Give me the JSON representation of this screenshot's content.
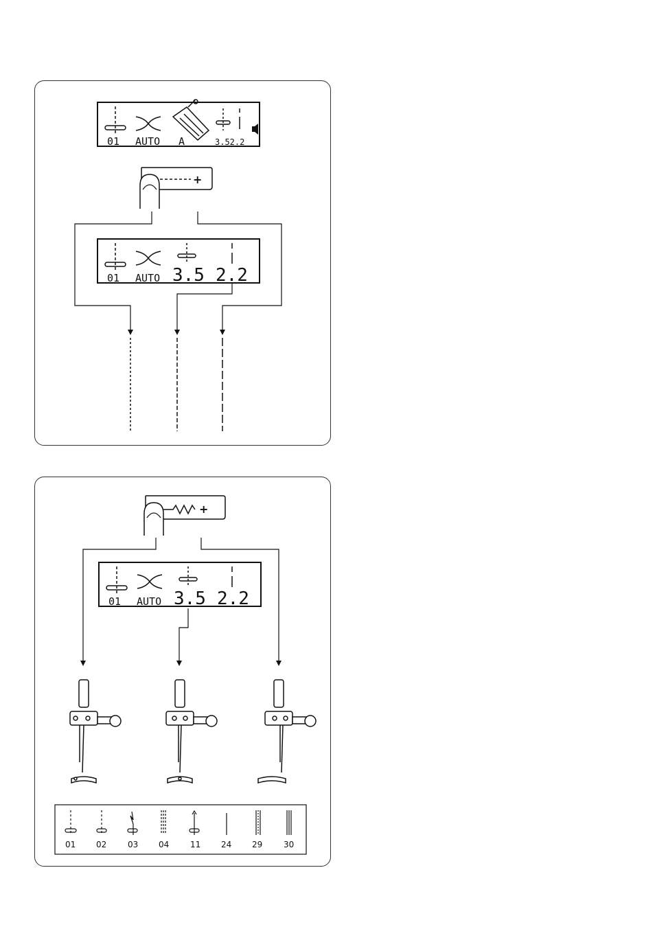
{
  "top_panel": {
    "lcd_1": {
      "pattern": "01",
      "tension": "AUTO",
      "foot": "A",
      "values": "3.52.2"
    },
    "button": {
      "minus": "-",
      "plus": "+"
    },
    "lcd_2": {
      "pattern": "01",
      "tension": "AUTO",
      "width": "3.5",
      "length": "2.2"
    }
  },
  "bottom_panel": {
    "button": {
      "minus": "-",
      "plus": "+"
    },
    "lcd": {
      "pattern": "01",
      "tension": "AUTO",
      "width": "3.5",
      "length": "2.2"
    },
    "stitch_legend": [
      "01",
      "02",
      "03",
      "04",
      "11",
      "24",
      "29",
      "30"
    ]
  },
  "icons": [
    "needle-position-icon",
    "thread-tension-icon",
    "presser-foot-icon",
    "finger-icon",
    "needle-bar-icon"
  ]
}
